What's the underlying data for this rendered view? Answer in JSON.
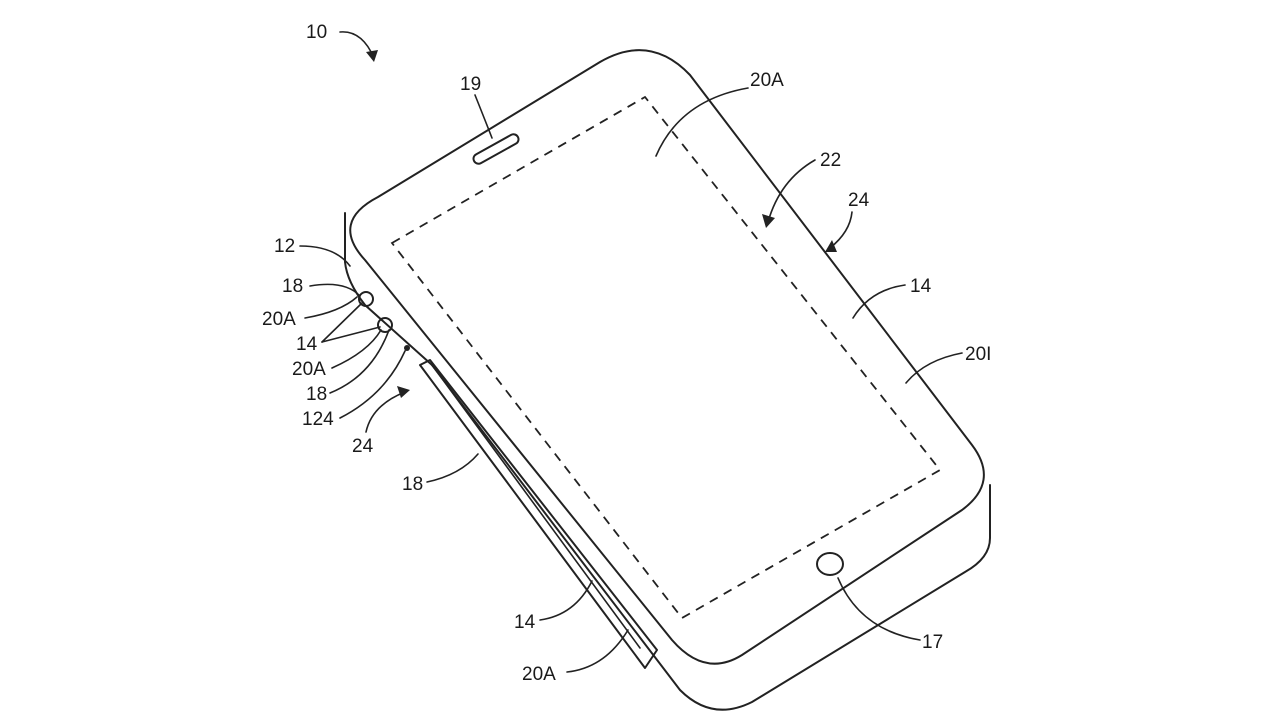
{
  "diagram": {
    "labels": [
      {
        "id": "label-10",
        "text": "10"
      },
      {
        "id": "label-19",
        "text": "19"
      },
      {
        "id": "label-20A-top",
        "text": "20A"
      },
      {
        "id": "label-22",
        "text": "22"
      },
      {
        "id": "label-24-right",
        "text": "24"
      },
      {
        "id": "label-14-right",
        "text": "14"
      },
      {
        "id": "label-20I",
        "text": "20I"
      },
      {
        "id": "label-12",
        "text": "12"
      },
      {
        "id": "label-18-a",
        "text": "18"
      },
      {
        "id": "label-20A-left-a",
        "text": "20A"
      },
      {
        "id": "label-14-left",
        "text": "14"
      },
      {
        "id": "label-20A-left-b",
        "text": "20A"
      },
      {
        "id": "label-18-b",
        "text": "18"
      },
      {
        "id": "label-124",
        "text": "124"
      },
      {
        "id": "label-24-left",
        "text": "24"
      },
      {
        "id": "label-18-c",
        "text": "18"
      },
      {
        "id": "label-14-bottom",
        "text": "14"
      },
      {
        "id": "label-20A-bottom",
        "text": "20A"
      },
      {
        "id": "label-17",
        "text": "17"
      }
    ]
  }
}
